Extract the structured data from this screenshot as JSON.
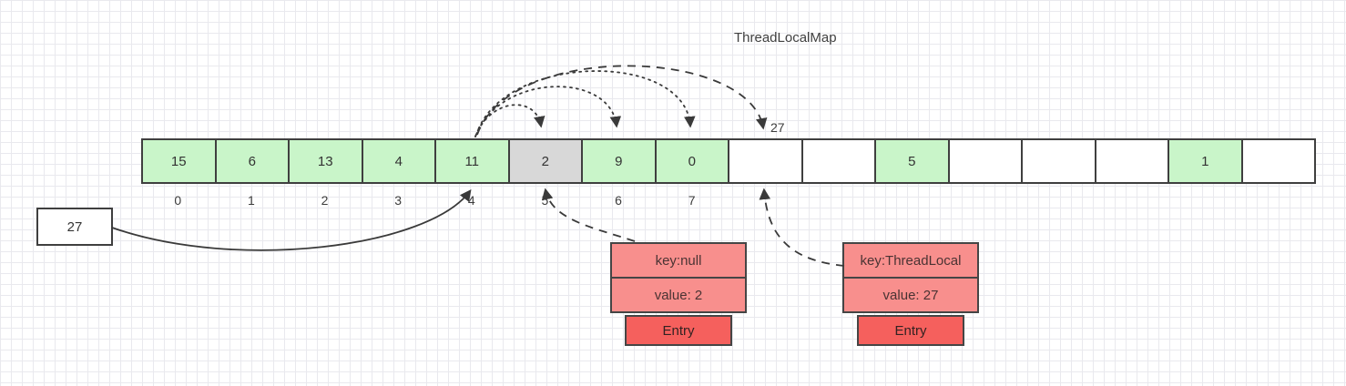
{
  "title": "ThreadLocalMap",
  "array": {
    "cells": [
      {
        "value": "15",
        "type": "green"
      },
      {
        "value": "6",
        "type": "green"
      },
      {
        "value": "13",
        "type": "green"
      },
      {
        "value": "4",
        "type": "green"
      },
      {
        "value": "11",
        "type": "green"
      },
      {
        "value": "2",
        "type": "gray"
      },
      {
        "value": "9",
        "type": "green"
      },
      {
        "value": "0",
        "type": "green"
      },
      {
        "value": "",
        "type": "white"
      },
      {
        "value": "",
        "type": "white"
      },
      {
        "value": "5",
        "type": "green"
      },
      {
        "value": "",
        "type": "white"
      },
      {
        "value": "",
        "type": "white"
      },
      {
        "value": "",
        "type": "white"
      },
      {
        "value": "1",
        "type": "green"
      },
      {
        "value": "",
        "type": "white"
      }
    ],
    "indices": [
      "0",
      "1",
      "2",
      "3",
      "4",
      "5",
      "6",
      "7"
    ]
  },
  "labels": {
    "probe_target": "27"
  },
  "hash_box": {
    "value": "27"
  },
  "entries": [
    {
      "key": "key:null",
      "value": "value: 2",
      "footer": "Entry"
    },
    {
      "key": "key:ThreadLocal",
      "value": "value: 27",
      "footer": "Entry"
    }
  ],
  "colors": {
    "cell_green": "#c9f5c9",
    "cell_gray": "#d8d8d8",
    "cell_white": "#ffffff",
    "entry_row": "#f88f8d",
    "entry_footer": "#f5605d",
    "stroke": "#3a3a3a"
  }
}
